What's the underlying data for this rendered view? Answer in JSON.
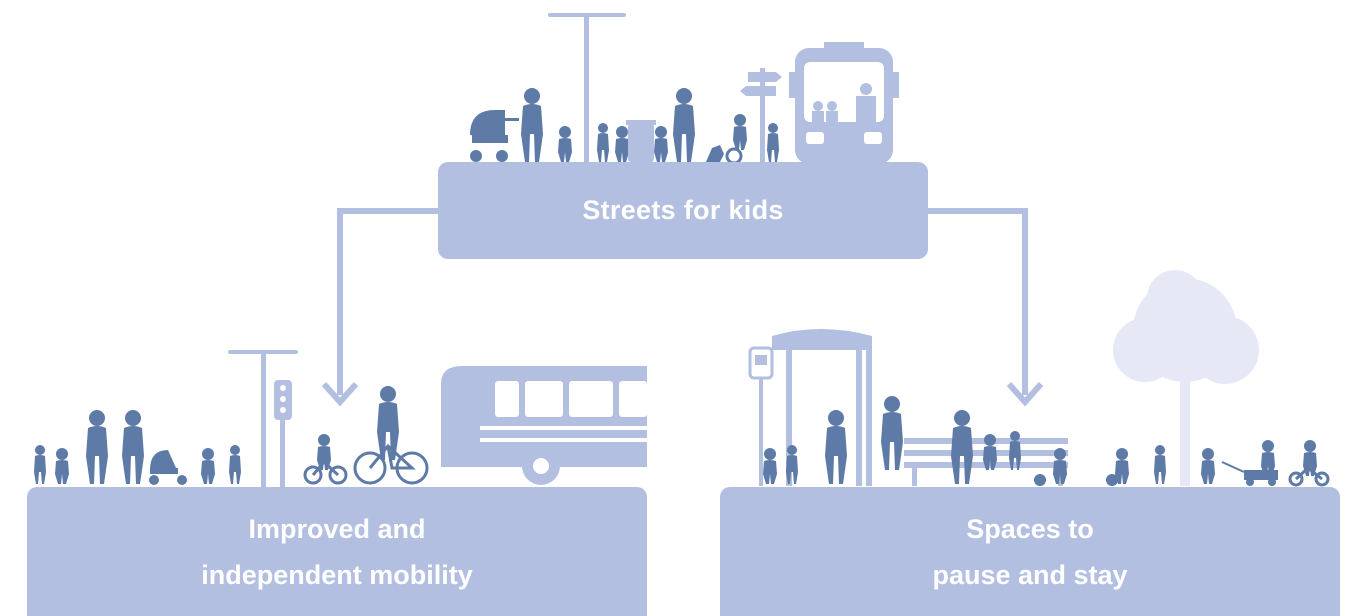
{
  "diagram": {
    "top_node": {
      "label": "Streets for kids"
    },
    "left_node": {
      "line1": "Improved and",
      "line2": "independent mobility"
    },
    "right_node": {
      "line1": "Spaces to",
      "line2": "pause and stay"
    }
  },
  "colors": {
    "box_fill": "#b3bfe1",
    "silhouette": "#5e7aa6",
    "light_silhouette": "#b3bfe1",
    "tree": "#e6e9f5",
    "text": "#ffffff"
  },
  "icons": [
    "streetlamp-icon",
    "bus-icon",
    "signpost-icon",
    "recycle-bin-icon",
    "traffic-light-icon",
    "bus-stop-icon",
    "bench-icon",
    "tree-icon",
    "people-silhouettes-icon",
    "bicycle-icon",
    "stroller-icon"
  ]
}
